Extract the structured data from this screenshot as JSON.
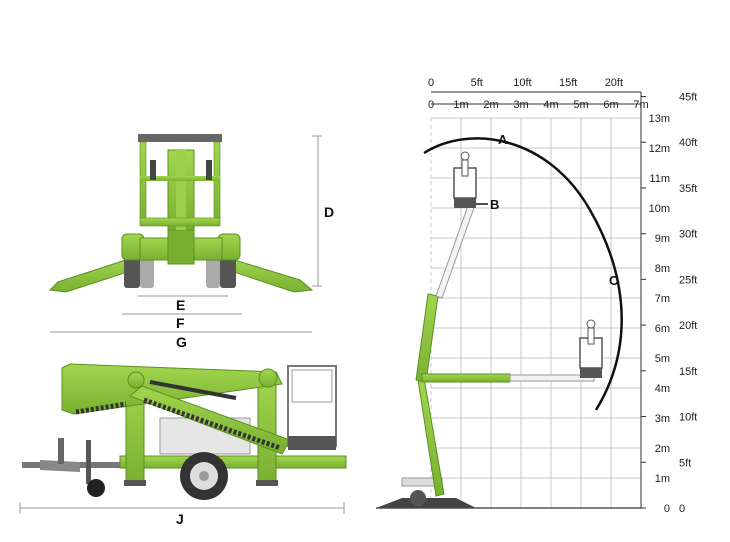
{
  "dimension_labels": {
    "d": "D",
    "e": "E",
    "f": "F",
    "g": "G",
    "j": "J"
  },
  "curve_labels": {
    "a": "A",
    "b": "B",
    "c": "C"
  },
  "top_ft_axis": [
    "0",
    "5ft",
    "10ft",
    "15ft",
    "20ft"
  ],
  "bottom_m_axis": [
    "0",
    "1m",
    "2m",
    "3m",
    "4m",
    "5m",
    "6m",
    "7m"
  ],
  "m_axis": [
    "0",
    "1m",
    "2m",
    "3m",
    "4m",
    "5m",
    "6m",
    "7m",
    "8m",
    "9m",
    "10m",
    "11m",
    "12m",
    "13m"
  ],
  "ft_axis": [
    "0",
    "5ft",
    "10ft",
    "15ft",
    "20ft",
    "25ft",
    "30ft",
    "35ft",
    "40ft",
    "45ft"
  ],
  "colors": {
    "machine_green": "#8dc63f",
    "machine_dark": "#5a8f22",
    "grid": "#c8c8c8",
    "line": "#111111"
  }
}
